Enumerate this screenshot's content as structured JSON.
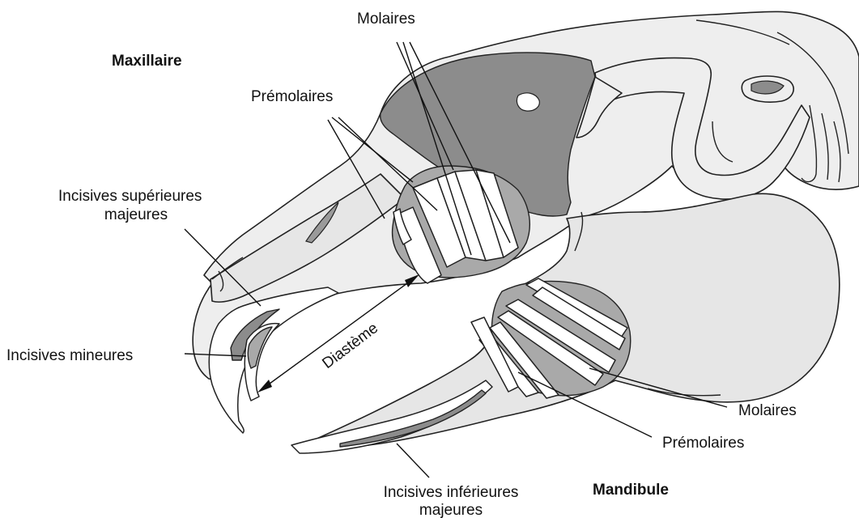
{
  "labels": {
    "molaires_top": "Molaires",
    "maxillaire": "Maxillaire",
    "premolaires_top": "Prémolaires",
    "incisives_sup_line1": "Incisives supérieures",
    "incisives_sup_line2": "majeures",
    "incisives_mineures": "Incisives mineures",
    "diasteme": "Diastème",
    "molaires_bottom": "Molaires",
    "premolaires_bottom": "Prémolaires",
    "incisives_inf_line1": "Incisives inférieures",
    "incisives_inf_line2": "majeures",
    "mandibule": "Mandibule"
  },
  "colors": {
    "bone": "#eeeeee",
    "dark_shading": "#8c8c8c",
    "mid_shading": "#a9a9a9",
    "teeth": "#ffffff",
    "outline": "#222222"
  }
}
